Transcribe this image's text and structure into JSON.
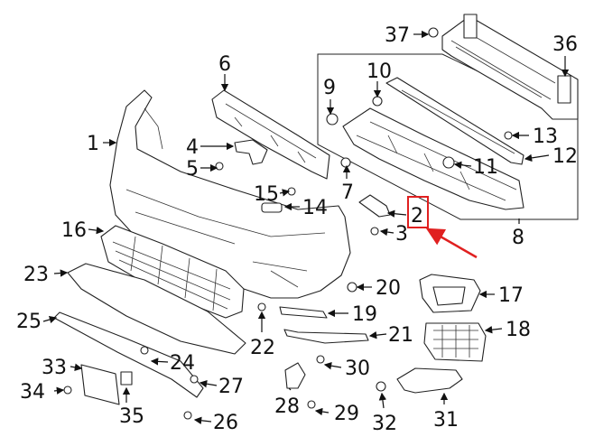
{
  "diagram": {
    "callouts": [
      {
        "id": "c1",
        "text": "1"
      },
      {
        "id": "c2",
        "text": "2"
      },
      {
        "id": "c3",
        "text": "3"
      },
      {
        "id": "c4",
        "text": "4"
      },
      {
        "id": "c5",
        "text": "5"
      },
      {
        "id": "c6",
        "text": "6"
      },
      {
        "id": "c7",
        "text": "7"
      },
      {
        "id": "c8",
        "text": "8"
      },
      {
        "id": "c9",
        "text": "9"
      },
      {
        "id": "c10",
        "text": "10"
      },
      {
        "id": "c11",
        "text": "11"
      },
      {
        "id": "c12",
        "text": "12"
      },
      {
        "id": "c13",
        "text": "13"
      },
      {
        "id": "c14",
        "text": "14"
      },
      {
        "id": "c15",
        "text": "15"
      },
      {
        "id": "c16",
        "text": "16"
      },
      {
        "id": "c17",
        "text": "17"
      },
      {
        "id": "c18",
        "text": "18"
      },
      {
        "id": "c19",
        "text": "19"
      },
      {
        "id": "c20",
        "text": "20"
      },
      {
        "id": "c21",
        "text": "21"
      },
      {
        "id": "c22",
        "text": "22"
      },
      {
        "id": "c23",
        "text": "23"
      },
      {
        "id": "c24",
        "text": "24"
      },
      {
        "id": "c25",
        "text": "25"
      },
      {
        "id": "c26",
        "text": "26"
      },
      {
        "id": "c27",
        "text": "27"
      },
      {
        "id": "c28",
        "text": "28"
      },
      {
        "id": "c29",
        "text": "29"
      },
      {
        "id": "c30",
        "text": "30"
      },
      {
        "id": "c31",
        "text": "31"
      },
      {
        "id": "c32",
        "text": "32"
      },
      {
        "id": "c33",
        "text": "33"
      },
      {
        "id": "c34",
        "text": "34"
      },
      {
        "id": "c35",
        "text": "35"
      },
      {
        "id": "c36",
        "text": "36"
      },
      {
        "id": "c37",
        "text": "37"
      }
    ],
    "highlighted_callout": "2",
    "colors": {
      "line": "#222222",
      "highlight": "#e02020",
      "background": "#ffffff"
    }
  }
}
